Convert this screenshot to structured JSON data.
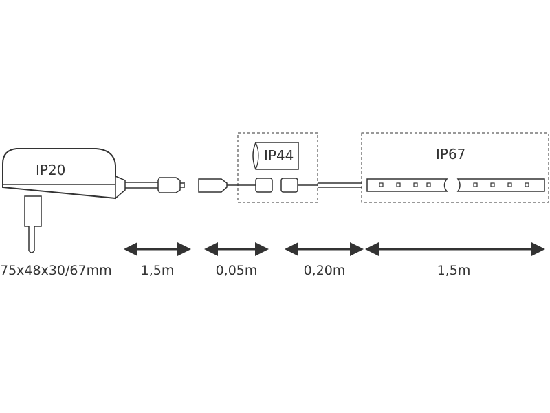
{
  "labels": {
    "ip20": "IP20",
    "ip44": "IP44",
    "ip67": "IP67"
  },
  "dimensions": {
    "adapter": "75x48x30/67mm",
    "cable_1": "1,5m",
    "cable_2": "0,05m",
    "cable_3": "0,20m",
    "strip": "1,5m"
  },
  "colors": {
    "line": "#333333",
    "fill": "#ffffff"
  }
}
